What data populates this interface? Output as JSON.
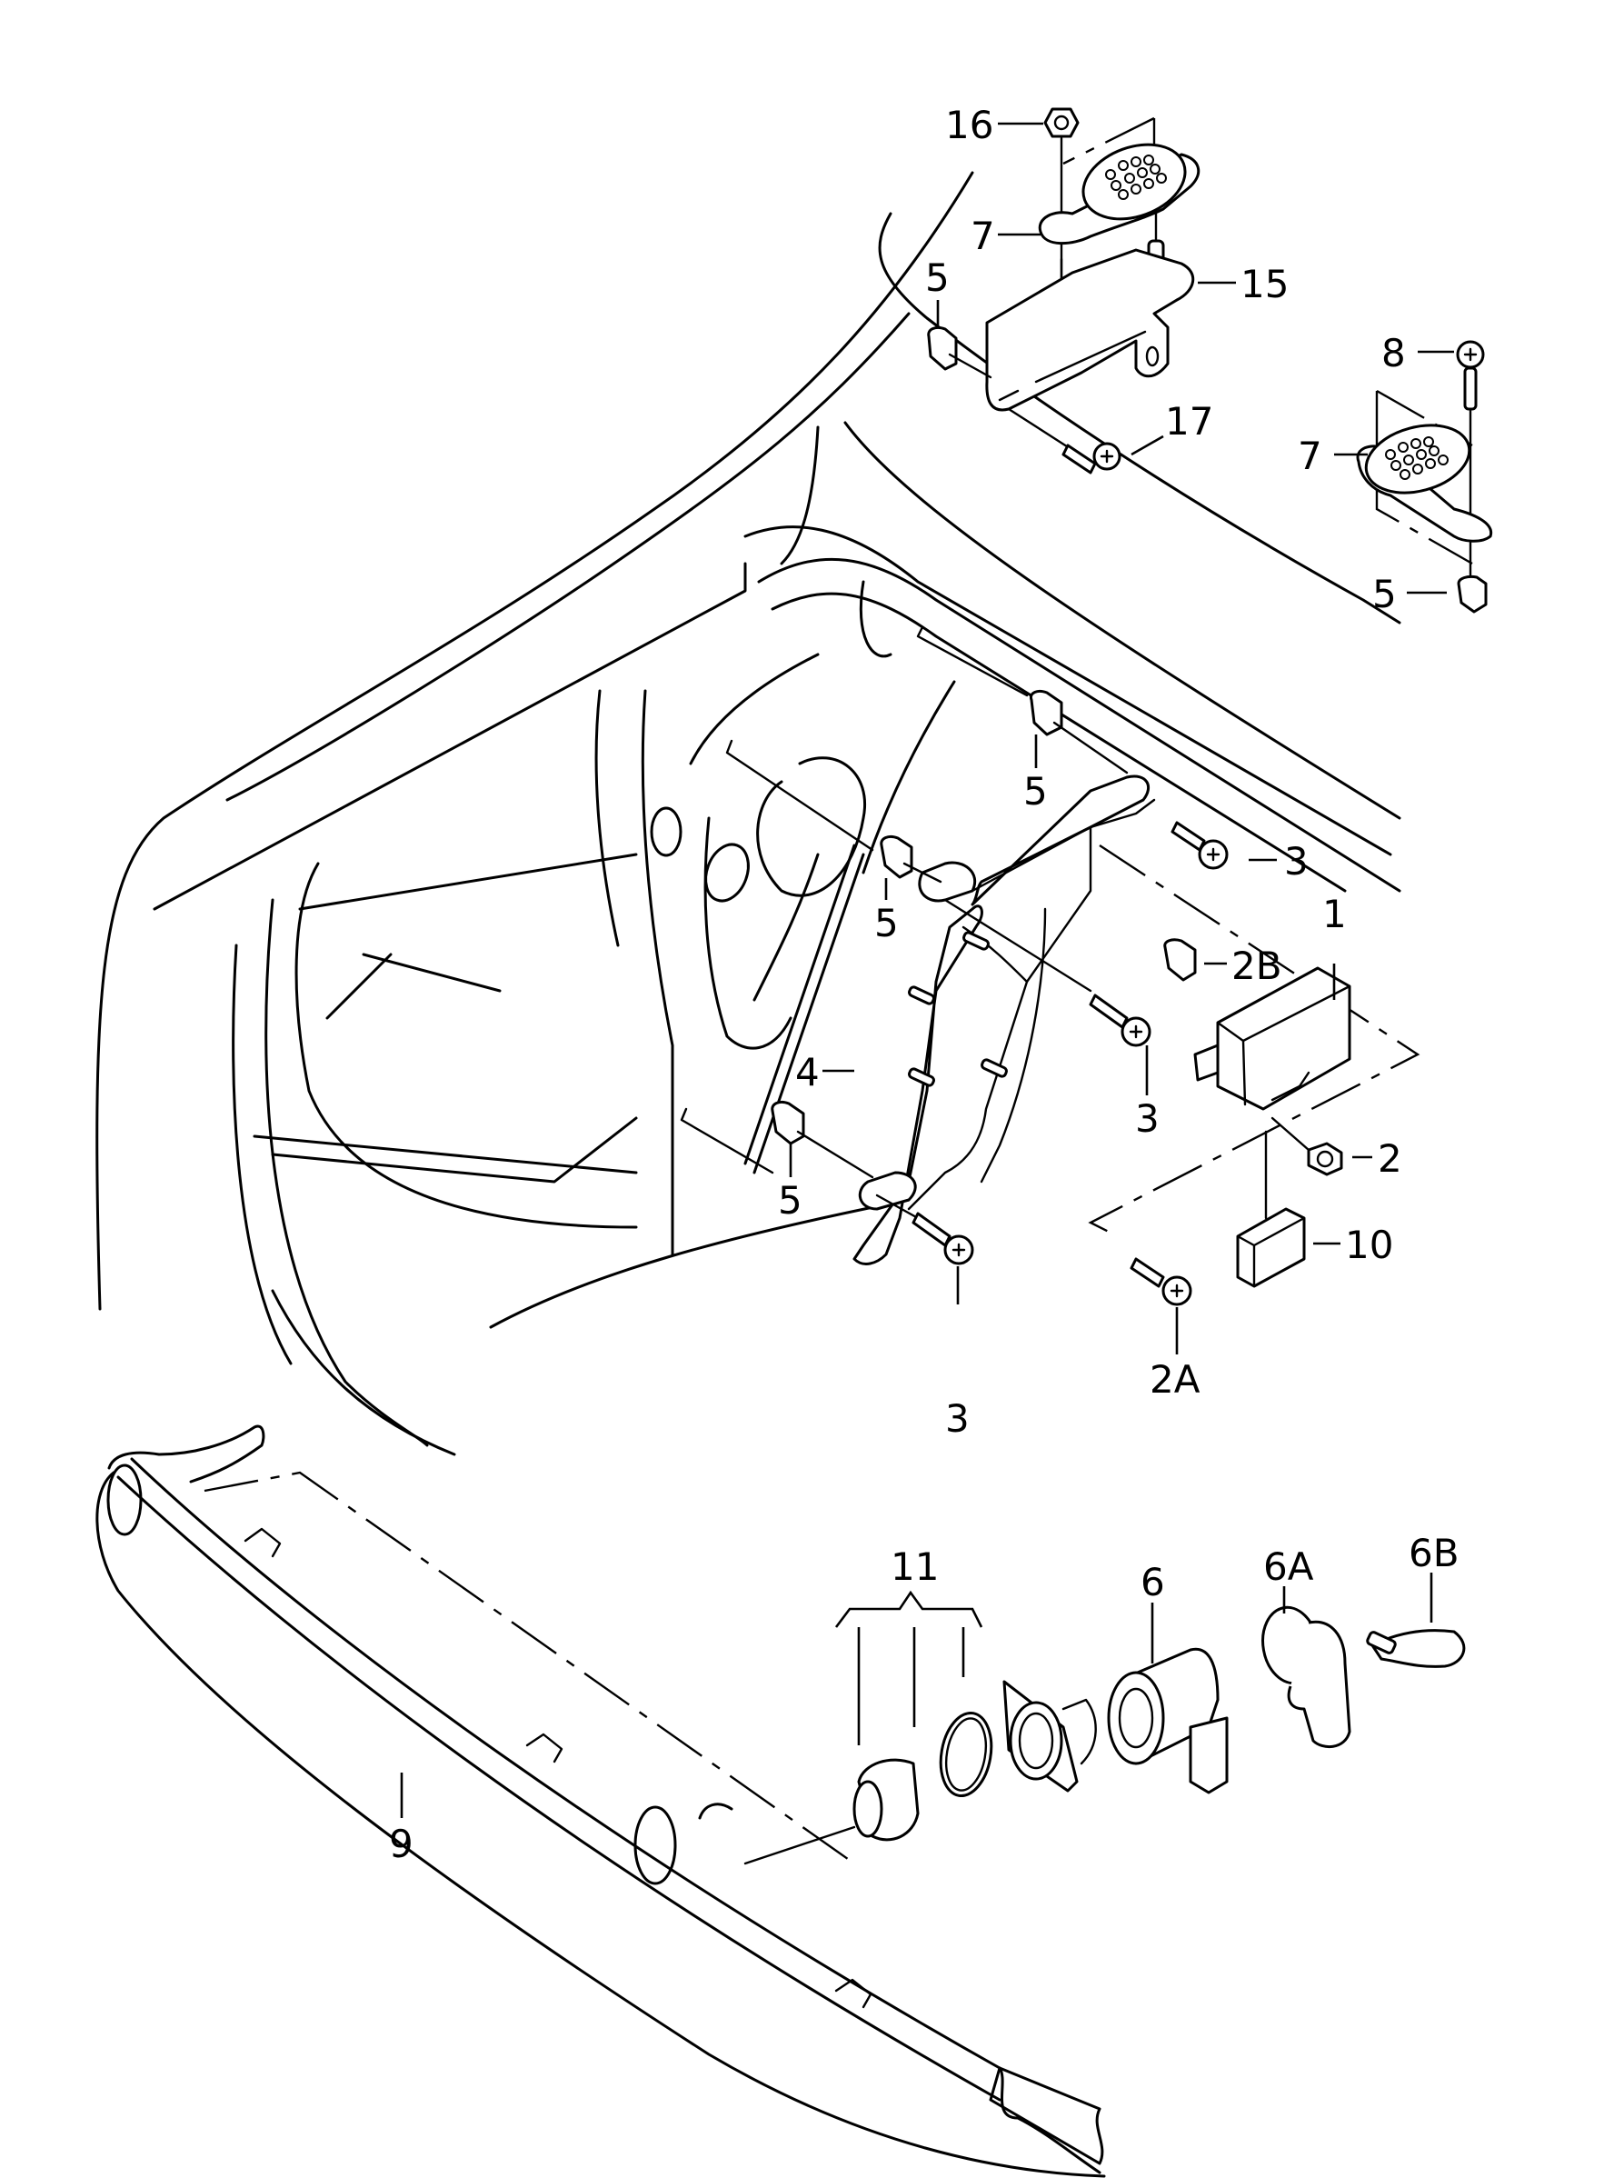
{
  "diagram": {
    "type": "exploded-parts-diagram",
    "subject": "Parking aid system: control unit, warning buzzers, bumper sensors",
    "colors": {
      "line": "#000000",
      "background": "#ffffff"
    },
    "callouts": [
      {
        "id": "c16",
        "label": "16",
        "part": "hex nut (buzzer mount)"
      },
      {
        "id": "c7a",
        "label": "7",
        "part": "warning buzzer (rear shelf)"
      },
      {
        "id": "c15",
        "label": "15",
        "part": "buzzer bracket with studs"
      },
      {
        "id": "c5a",
        "label": "5",
        "part": "clip nut (bracket)"
      },
      {
        "id": "c17",
        "label": "17",
        "part": "self-tapping screw (bracket)"
      },
      {
        "id": "c8",
        "label": "8",
        "part": "screw (buzzer)"
      },
      {
        "id": "c7b",
        "label": "7",
        "part": "warning buzzer (side)"
      },
      {
        "id": "c5b",
        "label": "5",
        "part": "clip nut (buzzer)"
      },
      {
        "id": "c5c",
        "label": "5",
        "part": "clip nut (upper carrier)"
      },
      {
        "id": "c3a",
        "label": "3",
        "part": "bolt (upper carrier)"
      },
      {
        "id": "c1",
        "label": "1",
        "part": "parking aid control unit"
      },
      {
        "id": "c2b",
        "label": "2B",
        "part": "clip nut (control unit)"
      },
      {
        "id": "c5d",
        "label": "5",
        "part": "clip nut (carrier middle)"
      },
      {
        "id": "c4",
        "label": "4",
        "part": "control unit carrier"
      },
      {
        "id": "c3b",
        "label": "3",
        "part": "bolt (carrier middle)"
      },
      {
        "id": "c2",
        "label": "2",
        "part": "hex nut (control unit)"
      },
      {
        "id": "c10",
        "label": "10",
        "part": "connector housing"
      },
      {
        "id": "c2a",
        "label": "2A",
        "part": "self-tapping screw"
      },
      {
        "id": "c5e",
        "label": "5",
        "part": "clip nut (carrier lower)"
      },
      {
        "id": "c3c",
        "label": "3",
        "part": "bolt (carrier lower)"
      },
      {
        "id": "c11",
        "label": "11",
        "part": "sensor retainer set (cap, ring, holder)"
      },
      {
        "id": "c6",
        "label": "6",
        "part": "parking aid sensor"
      },
      {
        "id": "c6a",
        "label": "6A",
        "part": "sensor cable clip"
      },
      {
        "id": "c6b",
        "label": "6B",
        "part": "cable tie"
      },
      {
        "id": "c9",
        "label": "9",
        "part": "rear bumper cover / impact strip"
      }
    ]
  }
}
